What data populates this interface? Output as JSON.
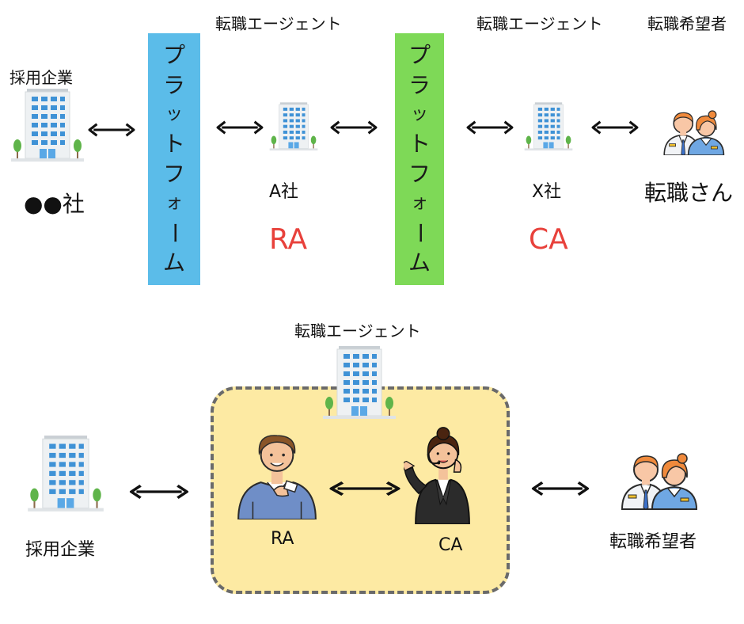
{
  "top": {
    "employer_label": "採用企業",
    "employer_name": "●●社",
    "platform_left_chars": [
      "プ",
      "ラ",
      "ッ",
      "ト",
      "フ",
      "ォ",
      "ー",
      "ム"
    ],
    "platform_right_chars": [
      "プ",
      "ラ",
      "ッ",
      "ト",
      "フ",
      "ォ",
      "ー",
      "ム"
    ],
    "agent_a_header": "転職エージェント",
    "agent_a_name": "A社",
    "agent_a_role": "RA",
    "agent_x_header": "転職エージェント",
    "agent_x_name": "X社",
    "agent_x_role": "CA",
    "seeker_header": "転職希望者",
    "seeker_name": "転職さん"
  },
  "bottom": {
    "agent_header": "転職エージェント",
    "employer_label": "採用企業",
    "ra_label": "RA",
    "ca_label": "CA",
    "seeker_label": "転職希望者"
  },
  "colors": {
    "platform_left": "#5bbce9",
    "platform_right": "#7ed957",
    "role_text": "#e8413b",
    "panel_fill": "#fdeaa3",
    "panel_border": "#6a6a6a"
  },
  "icons": {
    "building": "office-building-icon",
    "arrow": "double-arrow-icon",
    "seekers": "two-people-icon",
    "ra": "recruiter-man-icon",
    "ca": "advisor-woman-icon"
  }
}
